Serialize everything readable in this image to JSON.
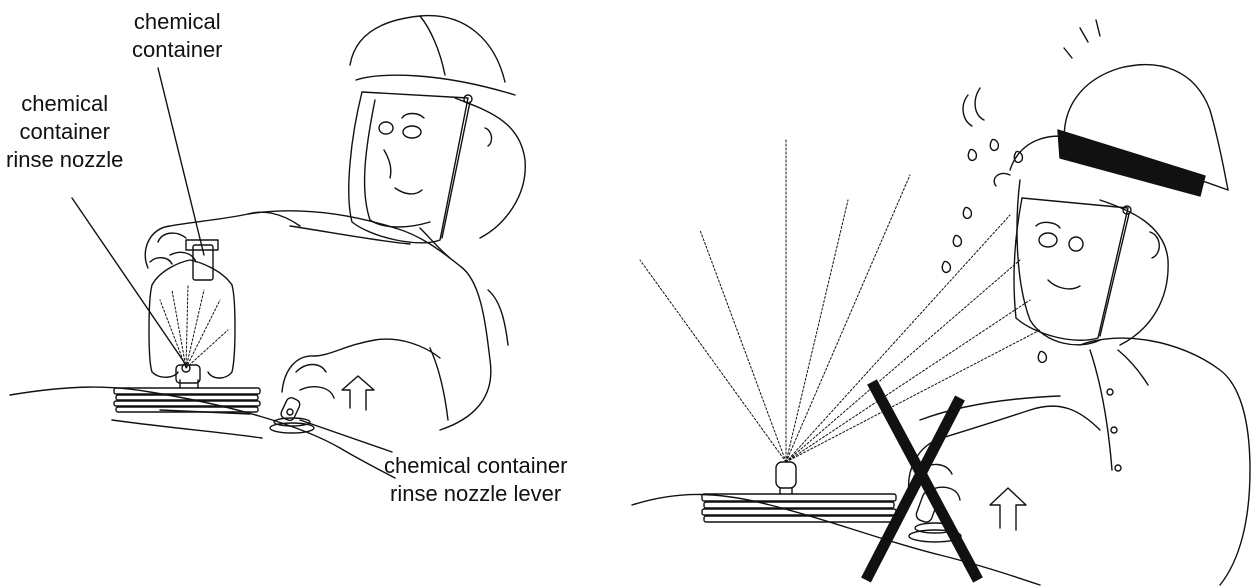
{
  "labels": {
    "chemical_container": {
      "line1": "chemical",
      "line2": "container"
    },
    "rinse_nozzle": {
      "line1": "chemical",
      "line2": "container",
      "line3": "rinse nozzle"
    },
    "rinse_nozzle_lever": {
      "line1": "chemical container",
      "line2": "rinse nozzle lever"
    }
  },
  "colors": {
    "ink": "#111111",
    "background": "#ffffff"
  }
}
